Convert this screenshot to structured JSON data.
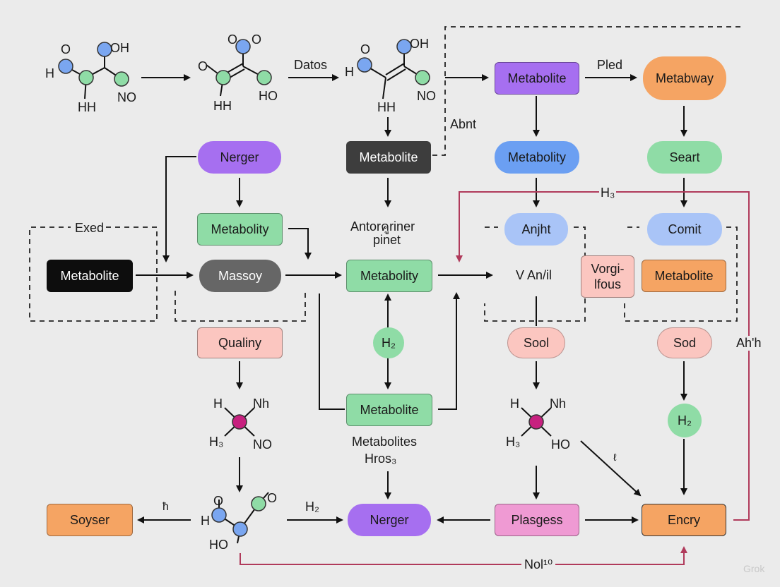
{
  "colors": {
    "purple": "#a66ff0",
    "blue": "#6b9ff2",
    "lightblue": "#a9c4f7",
    "green": "#8fdca6",
    "darkgray": "#3d3d3d",
    "gray": "#666666",
    "black": "#0d0d0d",
    "pink": "#fbc6c0",
    "orange": "#f5a463",
    "magenta": "#ef9ad3",
    "crimson": "#b03a5b"
  },
  "nodes": {
    "metabolite_top": "Metabolite",
    "metabway": "Metabway",
    "metabolite_dark": "Metabolite",
    "metabolity_blue": "Metabolity",
    "seart": "Seart",
    "nerger_top": "Nerger",
    "metabolity_left": "Metabolity",
    "metabolite_black": "Metabolite",
    "massoy": "Massoy",
    "metabolity_center": "Metabolity",
    "anjht": "Anjht",
    "comit": "Comit",
    "vorgi_line1": "Vorgi-",
    "vorgi_line2": "lfous",
    "metabolite_orange": "Metabolite",
    "qualiny": "Qualiny",
    "h2_center": "H₂",
    "sool": "Sool",
    "sod": "Sod",
    "metabolite_bottom": "Metabolite",
    "h2_right": "H₂",
    "soyser": "Soyser",
    "nerger_bottom": "Nerger",
    "plasgess": "Plasgess",
    "encry": "Encry"
  },
  "labels": {
    "datos": "Datos",
    "pled": "Pled",
    "abnt": "Abnt",
    "h3_top": "H₃",
    "exed": "Exed",
    "antor_line1": "Antorคูriner",
    "antor_line2": "pinet",
    "v_anil": "V An/il",
    "ahh": "Ah'h",
    "metabolites_line1": "Metabolites",
    "metabolites_line2": "Hros₃",
    "h_small": "ħ",
    "h2_bottom": "H₂",
    "noi": "Nol¹⁰",
    "i_small": "ℓ",
    "watermark": "Grok"
  },
  "molecules": {
    "m1": {
      "a": "O",
      "b": "OH",
      "c": "H",
      "d": "NO",
      "e": "HH"
    },
    "m2": {
      "a": "O",
      "b": "O",
      "c": "O",
      "d": "HO",
      "e": "HH"
    },
    "m3": {
      "a": "O",
      "b": "OH",
      "c": "H",
      "d": "NO",
      "e": "HH"
    },
    "m4": {
      "a": "H",
      "b": "Nh",
      "c": "H₃",
      "d": "NO"
    },
    "m5": {
      "a": "H",
      "b": "Nh",
      "c": "H₃",
      "d": "HO"
    },
    "m6": {
      "a": "O",
      "b": "O",
      "c": "H",
      "d": "HO"
    }
  }
}
